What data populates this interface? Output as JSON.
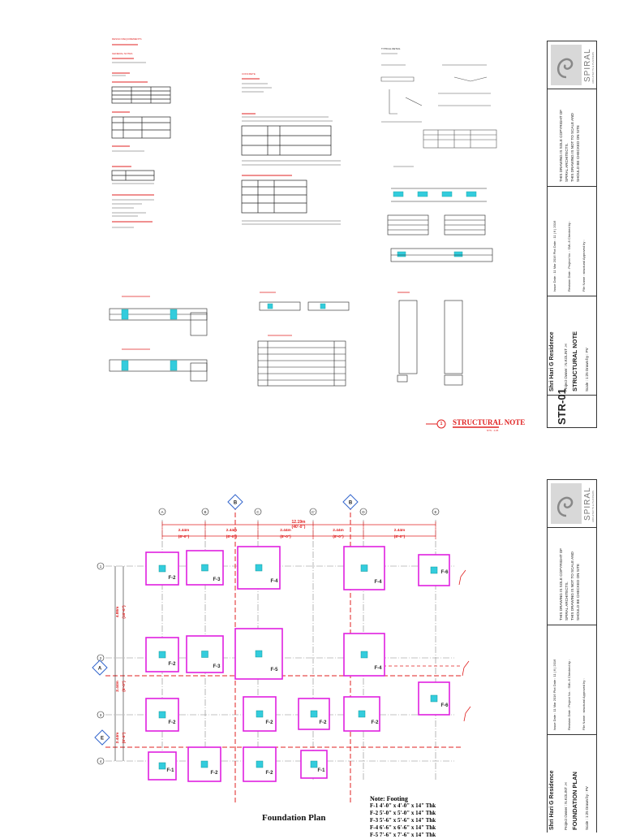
{
  "notes": {
    "section_title": "DESIGN REQUIREMENTS",
    "general_heading": "GENERAL NOTES",
    "concrete_heading": "CONCRETE",
    "detail_heading": "TYPICAL DETAIL"
  },
  "structural_note": {
    "number": "1",
    "title": "STRUCTURAL NOTE",
    "scale": "NTS : 1:25"
  },
  "foundation": {
    "title": "Foundation Plan",
    "grid_top": [
      "A",
      "B",
      "C",
      "C'",
      "D",
      "E"
    ],
    "grid_side": [
      "1",
      "2",
      "3",
      "4"
    ],
    "markers": [
      "B",
      "B",
      "A",
      "E"
    ],
    "dims_top": [
      {
        "m": "2.44m",
        "f": "(8'-0\")"
      },
      {
        "m": "2.44m",
        "f": "(8'-0\")"
      },
      {
        "m": "2.44m",
        "f": "(8'-0\")"
      },
      {
        "m": "2.44m",
        "f": "(8'-0\")"
      },
      {
        "m": "2.44m",
        "f": "(8'-0\")"
      }
    ],
    "overall_dim": {
      "m": "12.19m",
      "f": "(40'-0\")"
    },
    "side_dims": [
      {
        "m": "4.88m",
        "f": "(16'-0\")"
      },
      {
        "m": "2.44m",
        "f": "(8'-0\")"
      },
      {
        "m": "2.44m",
        "f": "(8'-0\")"
      }
    ],
    "footings": [
      {
        "label": "F-2"
      },
      {
        "label": "F-3"
      },
      {
        "label": "F-4"
      },
      {
        "label": "F-4"
      },
      {
        "label": "F-6"
      },
      {
        "label": "F-2"
      },
      {
        "label": "F-3"
      },
      {
        "label": "F-5"
      },
      {
        "label": "F-4"
      },
      {
        "label": "F-2"
      },
      {
        "label": "F-2"
      },
      {
        "label": "F-2"
      },
      {
        "label": "F-2"
      },
      {
        "label": "F-6"
      },
      {
        "label": "F-1"
      },
      {
        "label": "F-2"
      },
      {
        "label": "F-2"
      },
      {
        "label": "F-1"
      }
    ],
    "schedule_title": "Note: Footing",
    "schedule": [
      "F-1  4'-0\" x 4'-0\" x 14\" Thk",
      "F-2  5'-0\" x 5'-0\" x 14\" Thk",
      "F-3  5'-6\" x 5'-6\" x 14\" Thk",
      "F-4  6'-6\" x 6'-6\" x 14\" Thk",
      "F-5  7'-6\" x 7'-6\" x 14\" Thk"
    ]
  },
  "title_block_1": {
    "copyright": [
      "THIS DRAWING IS SOLE COPYRIGHT OF",
      "SPIRAL ARCHITECTS.",
      "THIS DRAWING IS NOT TO SCALE AND",
      "SHOULD BE CHECKED ON SITE"
    ],
    "info_line_1": "Issue Date : 11 Mar 2016     Plot Date : 11 | 6 | 2016",
    "info_line_2": "Revision Date :     Project No. : SML 8     Checked by :",
    "info_line_3": "File Name : structural     Approved by :",
    "project": "Shri Hari G Residence",
    "client": "Project Owner : N.KOLINT .H",
    "drawing_title": "STRUCTURAL NOTE",
    "scale": "Scale : 1:25     Drawn by : PV",
    "drawing_no": "STR-01"
  },
  "title_block_2": {
    "copyright": [
      "THIS DRAWING IS SOLE COPYRIGHT OF",
      "SPIRAL ARCHITECTS.",
      "THIS DRAWING IS NOT TO SCALE AND",
      "SHOULD BE CHECKED ON SITE"
    ],
    "info_line_1": "Issue Date : 11 Mar 2016     Plot Date : 11 | 6 | 2016",
    "info_line_2": "Revision Date :     Project No. : SML 8     Checked by :",
    "info_line_3": "File Name : structural     Approved by :",
    "project": "Shri Hari G Residence",
    "client": "Project Owner : N.KOLINT .H",
    "drawing_title": "FOUNDATION PLAN",
    "scale": "Scale : 1:25     Drawn by : PV"
  },
  "logo": {
    "text": "SPIRAL",
    "subtext": "ARCHITECTS & PLANNERS"
  },
  "colors": {
    "magenta": "#e020e0",
    "red": "#e02020",
    "cyan": "#33ccdd",
    "ink": "#222222"
  }
}
